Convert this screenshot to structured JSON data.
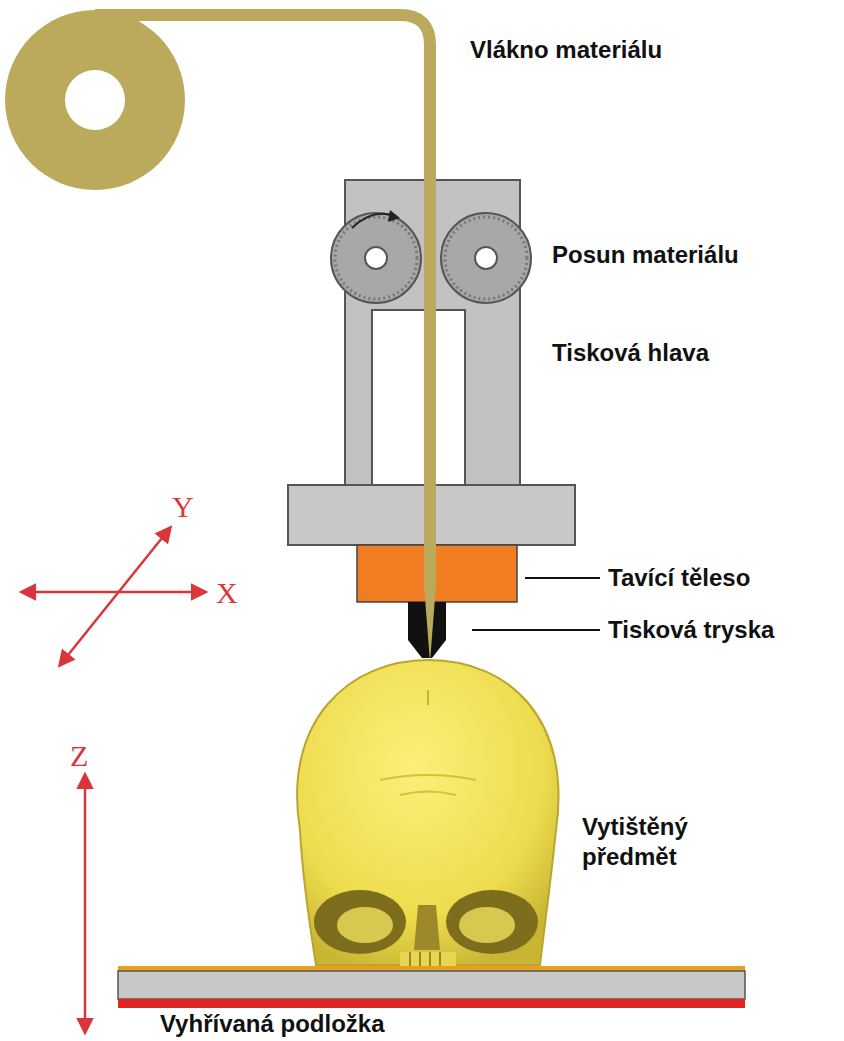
{
  "diagram": {
    "labels": [
      "Vlákno materiálu",
      "Posun materiálu",
      "Tisková hlava",
      "Tavící těleso",
      "Tisková tryska",
      "Vytištěný předmět",
      "Vyhřívaná podložka",
      "Y",
      "X",
      "Z"
    ]
  }
}
